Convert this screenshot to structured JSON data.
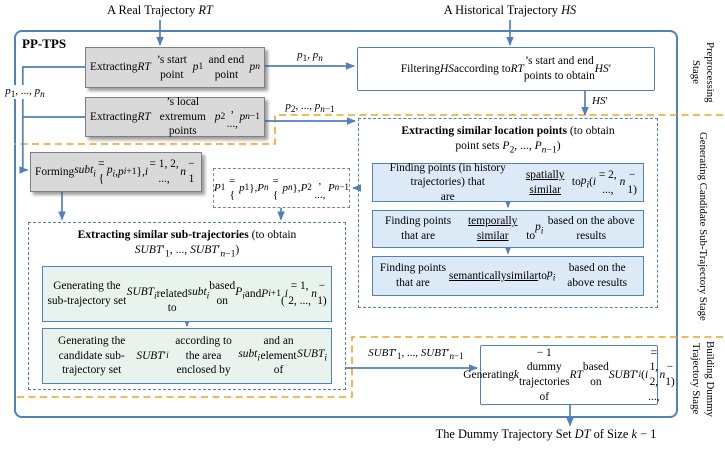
{
  "palette": {
    "box_border_blue": "#4f81bd",
    "light_blue_fill": "#dce9f6",
    "light_green_fill": "#e7f3ec",
    "gray_fill": "#d9d9d9",
    "stage_divider_orange": "#f0a41c"
  },
  "top": {
    "real_trajectory": "A Real Trajectory <i>RT</i>",
    "historical_trajectory": "A Historical Trajectory <i>HS</i>"
  },
  "frame": {
    "title": "PP-TPS"
  },
  "boxes": {
    "start_end": "Extracting <i>RT</i>’s start point<br><i>p</i><sub>1</sub> and end point <i>p</i><sub><i>n</i></sub>",
    "extremum": "Extracting <i>RT</i>’s local<br>extremum points <i>p</i><sub>2</sub>, ..., <i>p</i><sub><i>n</i>−1</sub>",
    "forming": "Forming <i>subt<sub>i</sub></i> = {<i>p<sub>i</sub></i>, <i>p</i><sub><i>i</i>+1</sub>},<br><i>i</i> = 1, 2, ..., <i>n</i> − 1",
    "filtering": "Filtering <i>HS</i> according to <i>RT</i>’s start and end<br>points to obtain <i>HS</i>′",
    "location_title": "<b>Extracting similar location points</b> (to obtain<br>point sets <i>P</i><sub>2</sub>, ..., <i>P</i><sub><i>n</i>−1</sub>)",
    "spatial": "Finding points (in history trajectories) that<br>are <u>spatially similar</u> to <i>p<sub>i</sub></i> (<i>i</i> = 2, ..., <i>n</i> − 1)",
    "temporal": "Finding points that are <u>temporally similar</u><br>to <i>p<sub>i</sub></i> based on the above results",
    "semantic": "Finding points that are <u>semantically</u><br><u>similar</u> to <i>p<sub>i</sub></i> based on the above results",
    "subtraj_title": "<b>Extracting similar sub-trajectories</b> (to obtain<br><i>SUBT</i>′<sub>1</sub>, ..., <i>SUBT</i>′<sub><i>n</i>−1</sub>)",
    "generate_set": "Generating the sub-trajectory set <i>SUBT<sub>i</sub></i><br>related to <i>subt<sub>i</sub></i> based on <i>P<sub>i</sub></i> and <i>P</i><sub><i>i</i>+1</sub><br>(<i>i</i> = 1, 2, ..., <i>n</i> − 1)",
    "generate_candidate": "Generating the candidate sub-trajectory set<br><i>SUBT</i>′<sub><i>i</i></sub> according to the area enclosed by<br><i>subt<sub>i</sub></i> and an element of <i>SUBT<sub>i</sub></i>",
    "generate_dummy": "Generating <i>k</i> − 1 dummy<br>trajectories of <i>RT</i> based on<br><i>SUBT</i>′<sub><i>i</i></sub> (<i>i</i> = 1, 2, ..., <i>n</i> − 1)"
  },
  "edge_labels": {
    "p1_pn": "<i>p</i><sub>1</sub>, <i>p</i><sub><i>n</i></sub>",
    "p2_to_pn1": "<i>p</i><sub>2</sub>, ..., <i>p</i><sub><i>n</i>−1</sub>",
    "hs_prime": "<i>HS</i>′",
    "p1_to_pn": "<i>p</i><sub>1</sub>, ..., <i>p</i><sub><i>n</i></sub>",
    "point_sets": "<i>P</i><sub>1</sub> = {<i>p</i><sub>1</sub>}, <i>P</i><sub><i>n</i></sub> = {<i>p</i><sub><i>n</i></sub>},<br><i>P</i><sub>2</sub>, ..., <i>P</i><sub><i>n</i>−1</sub>",
    "subt_list": "<i>SUBT</i>′<sub>1</sub>, ..., <i>SUBT</i>′<sub><i>n</i>−1</sub>"
  },
  "stages": [
    "Preprocessing Stage",
    "Generating Candidate Sub-Trajectory Stage",
    "Building Dummy Trajectory Stage"
  ],
  "output": {
    "text": "The Dummy Trajectory Set <i>DT</i> of Size <i>k</i> − 1"
  }
}
